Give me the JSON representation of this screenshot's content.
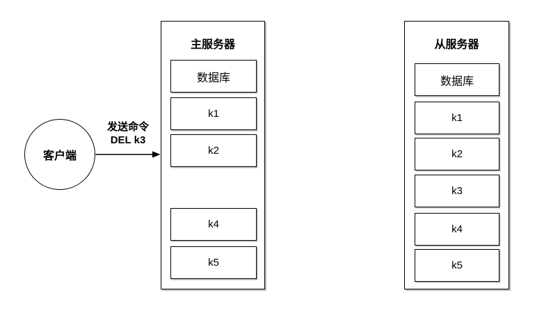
{
  "client": {
    "label": "客户端"
  },
  "command": {
    "line1": "发送命令",
    "line2": "DEL k3"
  },
  "master": {
    "title": "主服务器",
    "slots": [
      {
        "label": "数据库"
      },
      {
        "label": "k1"
      },
      {
        "label": "k2"
      },
      {
        "label": "k4"
      },
      {
        "label": "k5"
      }
    ]
  },
  "slave": {
    "title": "从服务器",
    "slots": [
      {
        "label": "数据库"
      },
      {
        "label": "k1"
      },
      {
        "label": "k2"
      },
      {
        "label": "k3"
      },
      {
        "label": "k4"
      },
      {
        "label": "k5"
      }
    ]
  },
  "colors": {
    "stroke": "#000000",
    "background": "#ffffff",
    "shadow": "#999999"
  }
}
